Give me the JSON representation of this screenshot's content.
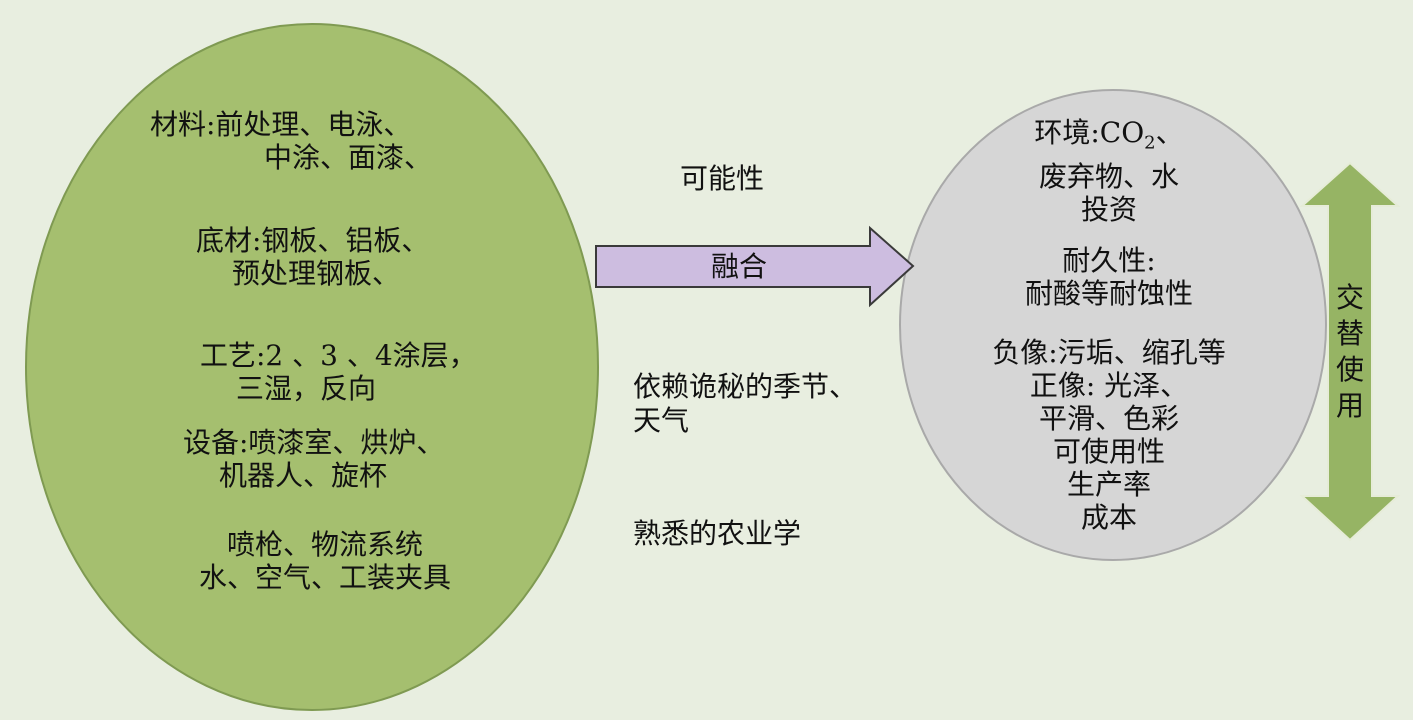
{
  "left_ellipse": {
    "groups": [
      {
        "lines": [
          "材料:前处理、电泳、",
          "中涂、面漆、"
        ]
      },
      {
        "lines": [
          "底材:钢板、铝板、",
          "预处理钢板、"
        ]
      },
      {
        "lines": [
          "工艺:2 、3 、4涂层，",
          "三湿，反向"
        ]
      },
      {
        "lines": [
          "设备:喷漆室、烘炉、",
          "机器人、旋杯"
        ]
      },
      {
        "lines": [
          "喷枪、物流系统",
          "水、空气、工装夹具"
        ]
      }
    ]
  },
  "middle": {
    "possibility": "可能性",
    "arrow_label": "融合",
    "weather_lines": [
      "依赖诡秘的季节、",
      "天气"
    ],
    "agronomy": "熟悉的农业学"
  },
  "right_circle": {
    "env": {
      "prefix": "环境:CO",
      "subscript": "2",
      "suffix": "、",
      "line2": "废弃物、水",
      "line3": "投资"
    },
    "durability": [
      "耐久性:",
      "耐酸等耐蚀性"
    ],
    "quality": [
      "负像:污垢、缩孔等",
      "正像: 光泽、",
      "平滑、色彩",
      "可使用性",
      "生产率",
      "成本"
    ]
  },
  "side_arrow": {
    "label": [
      "交",
      "替",
      "使",
      "用"
    ]
  },
  "colors": {
    "background": "#e8eee0",
    "left_fill": "#a5bf6f",
    "right_fill": "#d6d6d6",
    "arrow_fill": "#cdbde0",
    "side_arrow_fill": "#96b464"
  }
}
